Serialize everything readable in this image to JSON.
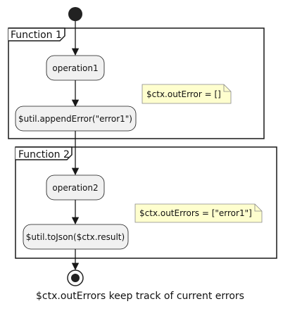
{
  "diagram": {
    "partitions": [
      {
        "title": "Function 1"
      },
      {
        "title": "Function 2"
      }
    ],
    "actions": [
      {
        "label": "operation1"
      },
      {
        "label": "$util.appendError(\"error1\")"
      },
      {
        "label": "operation2"
      },
      {
        "label": "$util.toJson($ctx.result)"
      }
    ],
    "notes": [
      {
        "text": "$ctx.outError = []"
      },
      {
        "text": "$ctx.outErrors = [\"error1\"]"
      }
    ],
    "caption": "$ctx.outErrors keep track of current errors",
    "colors": {
      "action_fill": "#f1f1f1",
      "action_stroke": "#181818",
      "note_fill": "#fefece",
      "note_stroke": "#888888",
      "line": "#181818"
    }
  }
}
